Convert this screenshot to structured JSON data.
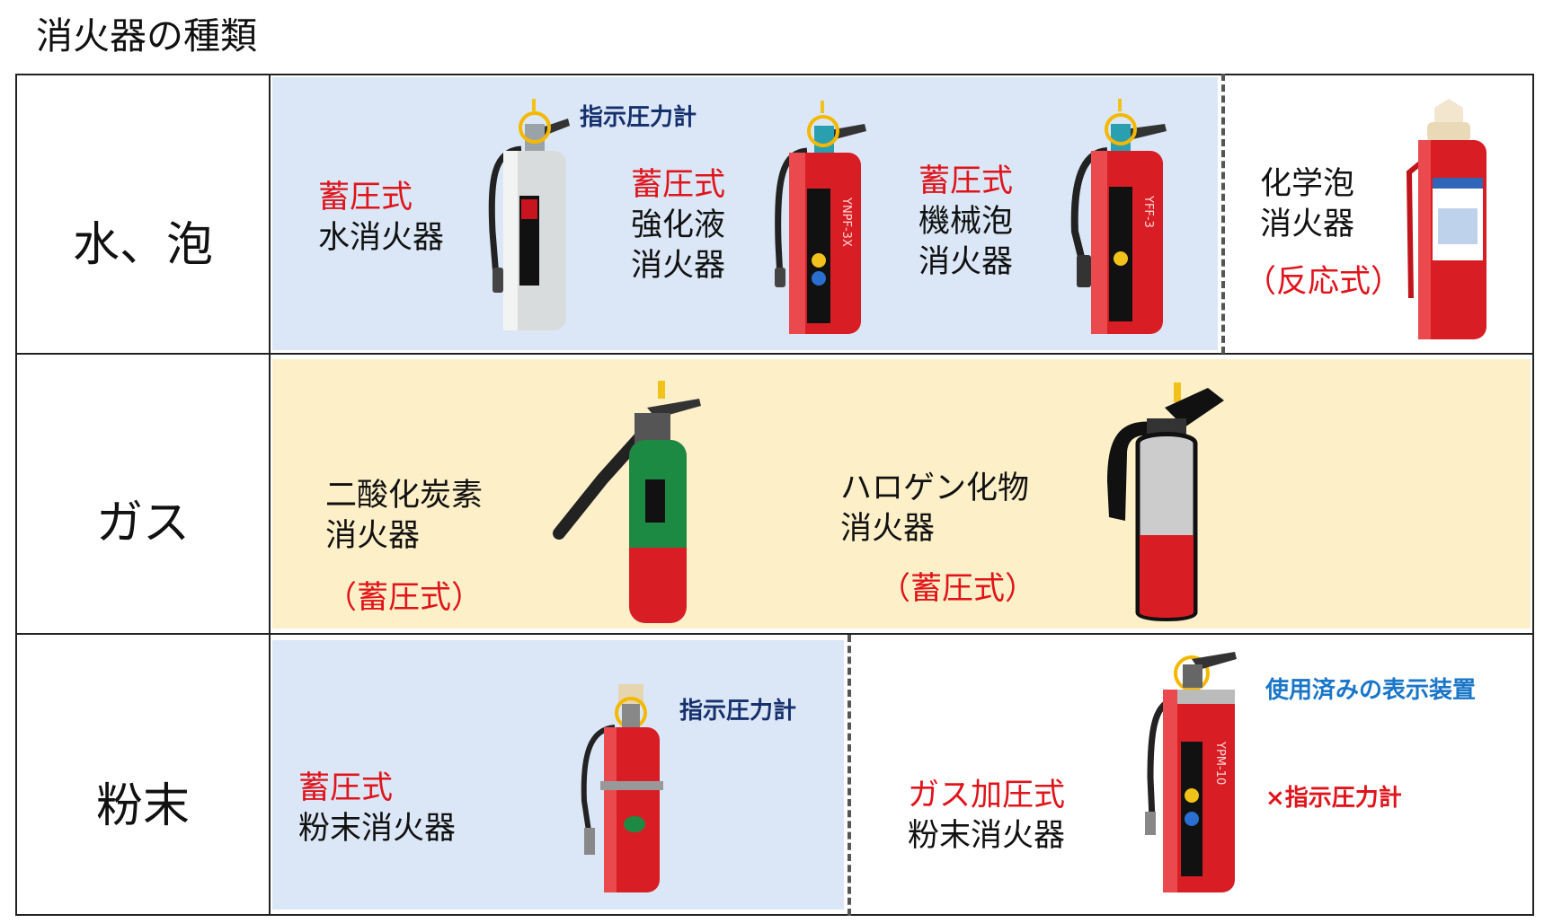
{
  "title": "消火器の種類",
  "rows": {
    "water": {
      "category": "水、泡",
      "items": [
        {
          "type_label": "蓄圧式",
          "name_line1": "水消火器"
        },
        {
          "type_label": "蓄圧式",
          "name_line1": "強化液",
          "name_line2": "消火器"
        },
        {
          "type_label": "蓄圧式",
          "name_line1": "機械泡",
          "name_line2": "消火器"
        }
      ],
      "gauge_label": "指示圧力計",
      "chemical": {
        "name_line1": "化学泡",
        "name_line2": "消火器",
        "type_label": "（反応式）"
      },
      "labels": {
        "strong_liquid": "YNPF-3X",
        "foam": "YFF-3"
      }
    },
    "gas": {
      "category": "ガス",
      "co2": {
        "name_line1": "二酸化炭素",
        "name_line2": "消火器",
        "type_label": "（蓄圧式）"
      },
      "halogen": {
        "name_line1": "ハロゲン化物",
        "name_line2": "消火器",
        "type_label": "（蓄圧式）"
      }
    },
    "powder": {
      "category": "粉末",
      "stored": {
        "type_label": "蓄圧式",
        "name_line1": "粉末消火器",
        "gauge_label": "指示圧力計"
      },
      "gas_pressure": {
        "type_label": "ガス加圧式",
        "name_line1": "粉末消火器",
        "used_indicator_label": "使用済みの表示装置",
        "no_gauge_label": "×指示圧力計"
      },
      "labels": {
        "model": "YPM-10"
      }
    }
  },
  "colors": {
    "accent_red": "#e0141b",
    "navy": "#16306e",
    "blue": "#1976c8",
    "panel_blue": "#dbe7f6",
    "panel_yellow": "#fdf0c8",
    "highlight": "#f5b800"
  }
}
